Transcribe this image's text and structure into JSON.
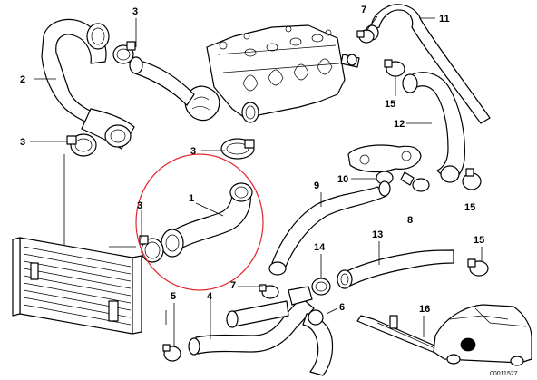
{
  "diagram": {
    "callouts": [
      {
        "key": "c1",
        "text": "1"
      },
      {
        "key": "c2",
        "text": "2"
      },
      {
        "key": "c3a",
        "text": "3"
      },
      {
        "key": "c3b",
        "text": "3"
      },
      {
        "key": "c3c",
        "text": "3"
      },
      {
        "key": "c3d",
        "text": "3"
      },
      {
        "key": "c4",
        "text": "4"
      },
      {
        "key": "c5",
        "text": "5"
      },
      {
        "key": "c6",
        "text": "6"
      },
      {
        "key": "c7a",
        "text": "7"
      },
      {
        "key": "c7b",
        "text": "7"
      },
      {
        "key": "c8",
        "text": "8"
      },
      {
        "key": "c9",
        "text": "9"
      },
      {
        "key": "c10",
        "text": "10"
      },
      {
        "key": "c11",
        "text": "11"
      },
      {
        "key": "c12",
        "text": "12"
      },
      {
        "key": "c13",
        "text": "13"
      },
      {
        "key": "c14",
        "text": "14"
      },
      {
        "key": "c15a",
        "text": "15"
      },
      {
        "key": "c15b",
        "text": "15"
      },
      {
        "key": "c15c",
        "text": "15"
      },
      {
        "key": "c16",
        "text": "16"
      }
    ],
    "reference_code": "00011527",
    "highlight_color": "#e2252b"
  }
}
